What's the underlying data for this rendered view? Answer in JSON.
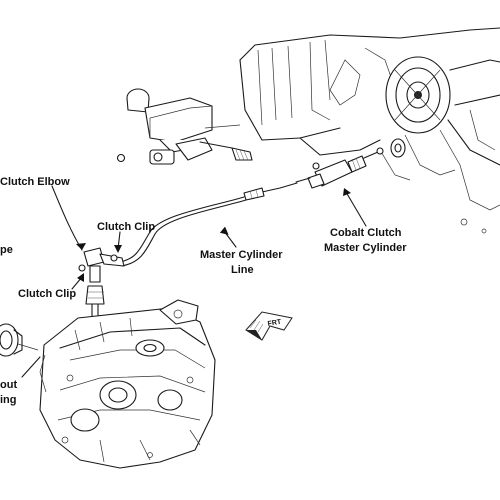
{
  "labels": {
    "clutch_elbow": "Clutch Elbow",
    "clutch_clip_upper": "Clutch Clip",
    "clutch_clip_lower": "Clutch Clip",
    "pipe_fragment": "pe",
    "master_cylinder_line_1": "Master Cylinder",
    "master_cylinder_line_2": "Line",
    "cobalt_clutch_1": "Cobalt Clutch",
    "cobalt_clutch_2": "Master Cylinder",
    "throwout_1": "out",
    "throwout_2": "ing",
    "front_marker": "FRT"
  },
  "icons": {
    "front_arrow": "front-direction-arrow-icon"
  }
}
